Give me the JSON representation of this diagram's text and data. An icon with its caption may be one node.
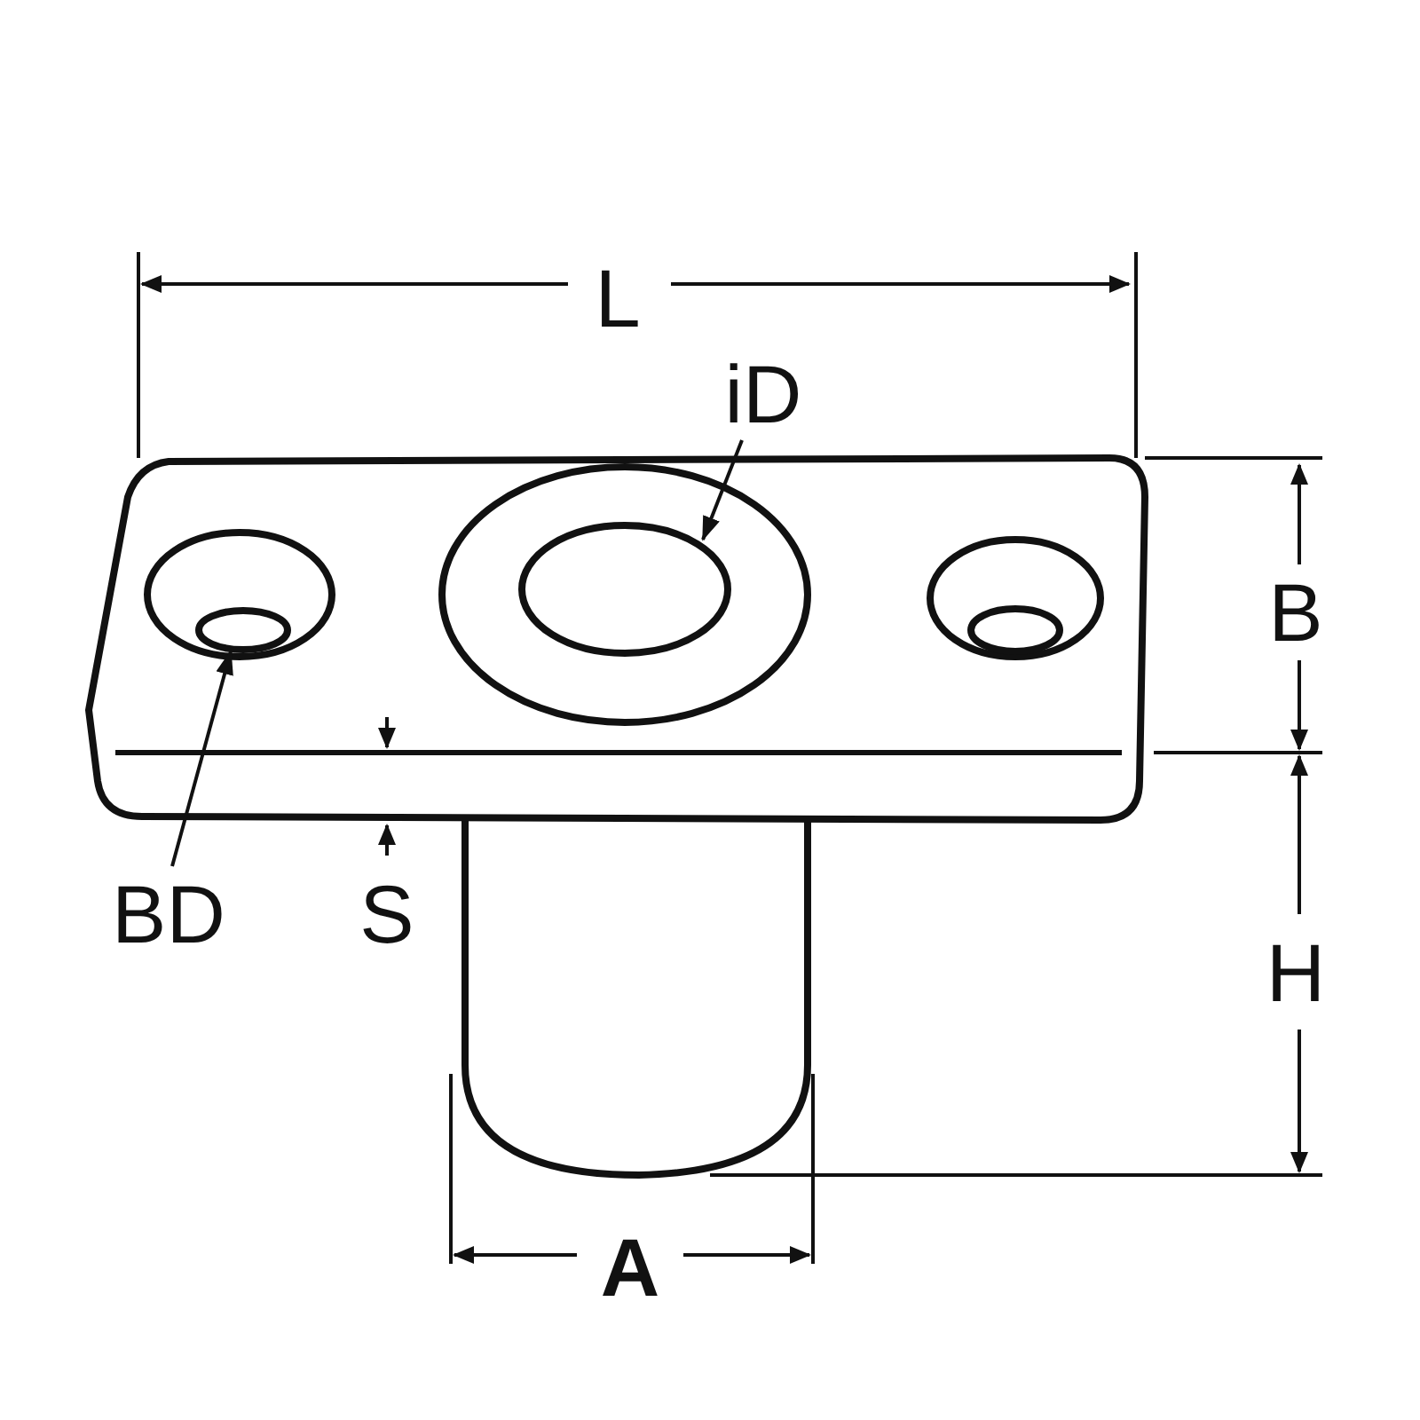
{
  "diagram": {
    "nodes": [
      {
        "text": [
          "iD"
        ]
      },
      {
        "text": [],
        "shape": "circle"
      },
      {
        "text": [
          "BD"
        ]
      },
      {
        "text": [],
        "shape": "circle"
      }
    ],
    "edges": [
      {
        "from": 0,
        "to": 1,
        "arrow": "to"
      },
      {
        "from": 2,
        "to": 3,
        "arrow": "to"
      }
    ],
    "labels": [
      "L",
      "B",
      "S",
      "H",
      "A"
    ]
  }
}
